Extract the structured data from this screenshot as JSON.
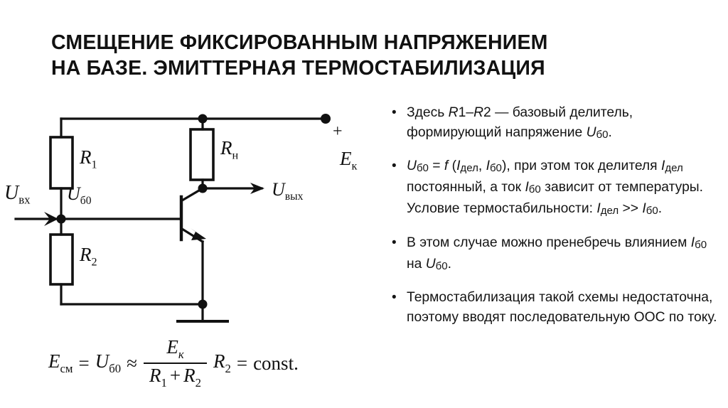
{
  "slide": {
    "background_color": "#ffffff",
    "text_color": "#141414",
    "title": "СМЕЩЕНИЕ ФИКСИРОВАННЫМ НАПРЯЖЕНИЕМ\nНА БАЗЕ. ЭМИТТЕРНАЯ ТЕРМОСТАБИЛИЗАЦИЯ"
  },
  "bullets": [
    {
      "marker": "•",
      "html": "Здесь <i>R</i>1–<i>R</i>2 — базовый делитель, формирующий напряжение <i>U</i><span class=\"sub\">б0</span>.",
      "plain": "Здесь R1–R2 — базовый делитель, формирующий напряжение Uб0."
    },
    {
      "marker": "•",
      "html": "<i>U</i><span class=\"sub\">б0</span> = <i>f</i> (<i>I</i><span class=\"sub\">дел</span>, <i>I</i><span class=\"sub\">б0</span>), при этом ток делителя <i>I</i><span class=\"sub\">дел</span> постоянный, а ток <i>I</i><span class=\"sub\">б0</span> зависит от температуры. Условие термостабильности: <i>I</i><span class=\"sub\">дел</span> &gt;&gt; <i>I</i><span class=\"sub\">б0</span>.",
      "plain": "Uб0 = f (Iдел, Iб0), при этом ток делителя Iдел постоянный, а ток Iб0 зависит от температуры. Условие термостабильности: Iдел >> Iб0."
    },
    {
      "marker": "•",
      "html": "В этом случае можно пренебречь влиянием <i>I</i><span class=\"sub\">б0</span> на <i>U</i><span class=\"sub\">б0</span>.",
      "plain": "В этом случае можно пренебречь влиянием Iб0 на Uб0."
    },
    {
      "marker": "•",
      "html": "Термостабилизация такой схемы недостаточна, поэтому вводят последовательную ООС по току.",
      "plain": "Термостабилизация такой схемы недостаточна, поэтому вводят последовательную ООС по току."
    }
  ],
  "circuit": {
    "name": "fixed-base-voltage-bias-circuit",
    "line_color": "#111111",
    "labels": {
      "r1": {
        "base": "R",
        "sub": "1"
      },
      "r2": {
        "base": "R",
        "sub": "2"
      },
      "rn": {
        "base": "R",
        "sub": "н"
      },
      "u_in": {
        "base": "U",
        "sub": "вх"
      },
      "u_b0": {
        "base": "U",
        "sub": "б0"
      },
      "u_out": {
        "base": "U",
        "sub": "вых"
      },
      "e_k": {
        "base": "E",
        "sub": "к"
      },
      "plus": "+"
    },
    "components": [
      "resistor-r1",
      "resistor-r2",
      "resistor-rn",
      "npn-transistor",
      "ground-symbol",
      "supply-terminal"
    ]
  },
  "formula": {
    "name": "bias-voltage-formula",
    "plain": "Eсм = Uб0 ≈ Eк / (R1 + R2) · R2 = const.",
    "lhs_var": "E",
    "lhs_sub": "см",
    "eq1": "=",
    "mid_var": "U",
    "mid_sub": "б0",
    "approx": "≈",
    "num_var": "E",
    "num_sub": "к",
    "den_var1": "R",
    "den_sub1": "1",
    "den_plus": "+",
    "den_var2": "R",
    "den_sub2": "2",
    "mult_var": "R",
    "mult_sub": "2",
    "eq2": "=",
    "const": "const."
  }
}
